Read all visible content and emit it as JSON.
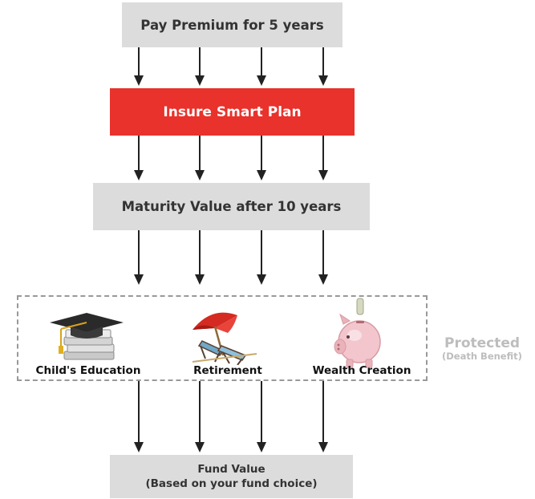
{
  "diagram": {
    "premium_label": "Pay Premium for 5 years",
    "plan_label": "Insure Smart Plan",
    "maturity_label": "Maturity Value after 10 years",
    "goals": [
      {
        "label": "Child's Education",
        "icon": "graduation-cap-books-icon"
      },
      {
        "label": "Retirement",
        "icon": "beach-umbrella-chairs-icon"
      },
      {
        "label": "Wealth Creation",
        "icon": "piggy-bank-icon"
      }
    ],
    "protected_title": "Protected",
    "protected_subtitle": "(Death Benefit)",
    "fund_value_line1": "Fund Value",
    "fund_value_line2": "(Based on your fund choice)"
  },
  "colors": {
    "plan_box": "#e8322b",
    "grey_box": "#dcdcdc",
    "arrow": "#222222",
    "dashed_border": "#999999",
    "protected_text": "#bdbdbd"
  }
}
